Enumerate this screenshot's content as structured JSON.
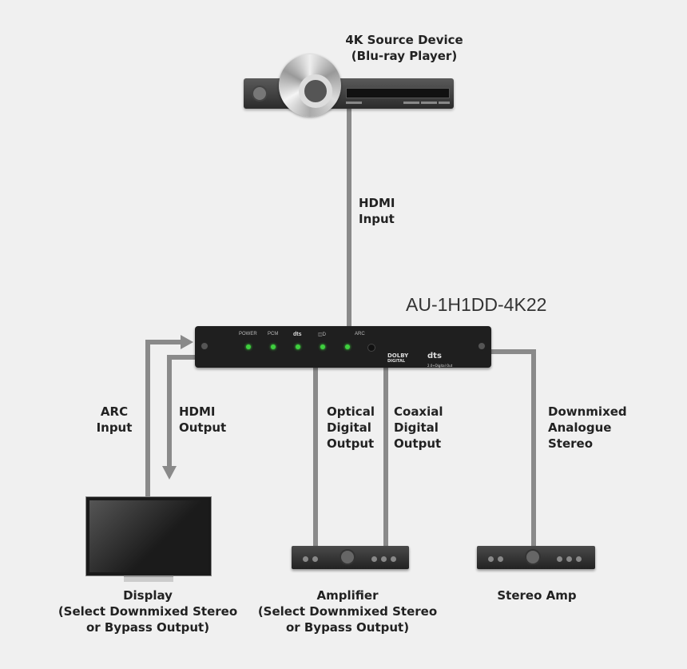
{
  "source": {
    "line1": "4K Source Device",
    "line2": "(Blu-ray Player)"
  },
  "hdmi_input": {
    "line1": "HDMI",
    "line2": "Input"
  },
  "device": {
    "model": "AU-1H1DD-4K22",
    "leds": [
      "POWER",
      "PCM",
      "dts",
      "◫D"
    ],
    "arc": "ARC",
    "dolby": "DOLBY",
    "dolby_sub": "DIGITAL",
    "dts_logo": "dts",
    "dts_sub": "2.0+Digital Out"
  },
  "arc_input": {
    "line1": "ARC",
    "line2": "Input"
  },
  "hdmi_output": {
    "line1": "HDMI",
    "line2": "Output"
  },
  "optical": {
    "line1": "Optical",
    "line2": "Digital",
    "line3": "Output"
  },
  "coaxial": {
    "line1": "Coaxial",
    "line2": "Digital",
    "line3": "Output"
  },
  "downmixed": {
    "line1": "Downmixed",
    "line2": "Analogue",
    "line3": "Stereo"
  },
  "display": {
    "line1": "Display",
    "line2": "(Select Downmixed Stereo",
    "line3": "or Bypass Output)"
  },
  "amplifier": {
    "line1": "Amplifier",
    "line2": "(Select Downmixed Stereo",
    "line3": "or Bypass Output)"
  },
  "stereo_amp": {
    "line1": "Stereo Amp"
  },
  "colors": {
    "line": "#8a8a8a",
    "background": "#f0f0f0",
    "led": "#3fcf3f"
  }
}
